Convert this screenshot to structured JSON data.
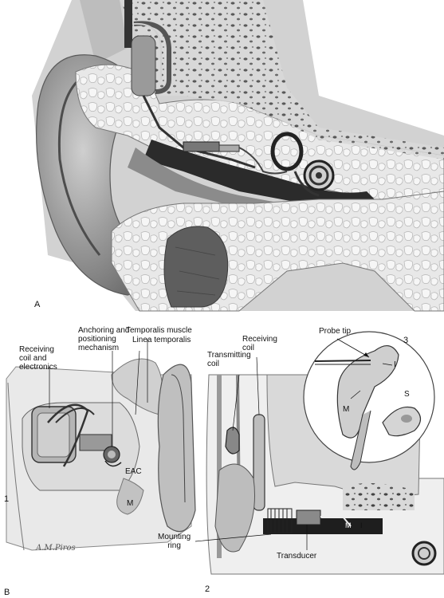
{
  "panels": {
    "top": "A",
    "bottom": "B",
    "sub1": "1",
    "sub2": "2",
    "sub3": "3"
  },
  "labels": {
    "receiving_coil_electronics": "Receiving\ncoil and\nelectronics",
    "anchoring": "Anchoring and\npositioning\nmechanism",
    "temporalis_muscle": "Temporalis muscle",
    "linea_temporalis": "Linea temporalis",
    "eac": "EAC",
    "m_left": "M",
    "transmitting_coil": "Transmitting\ncoil",
    "receiving_coil": "Receiving\ncoil",
    "probe_tip": "Probe tip",
    "i_inset": "I",
    "m_inset": "M",
    "s_inset": "S",
    "mounting_ring": "Mounting\nring",
    "transducer": "Transducer",
    "m_bottom": "M",
    "i_bottom": "I"
  },
  "signature": "A.M.Piros"
}
